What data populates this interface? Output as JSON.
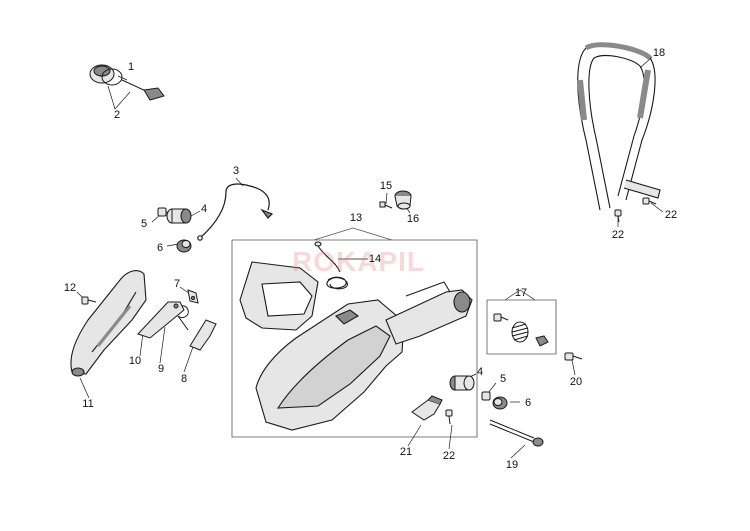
{
  "diagram": {
    "callouts": [
      {
        "id": "c1",
        "text": "1"
      },
      {
        "id": "c2",
        "text": "2"
      },
      {
        "id": "c3",
        "text": "3"
      },
      {
        "id": "c4a",
        "text": "4"
      },
      {
        "id": "c5a",
        "text": "5"
      },
      {
        "id": "c6a",
        "text": "6"
      },
      {
        "id": "c7",
        "text": "7"
      },
      {
        "id": "c8",
        "text": "8"
      },
      {
        "id": "c9",
        "text": "9"
      },
      {
        "id": "c10",
        "text": "10"
      },
      {
        "id": "c11",
        "text": "11"
      },
      {
        "id": "c12",
        "text": "12"
      },
      {
        "id": "c13",
        "text": "13"
      },
      {
        "id": "c14",
        "text": "14"
      },
      {
        "id": "c15",
        "text": "15"
      },
      {
        "id": "c16",
        "text": "16"
      },
      {
        "id": "c17",
        "text": "17"
      },
      {
        "id": "c18",
        "text": "18"
      },
      {
        "id": "c19",
        "text": "19"
      },
      {
        "id": "c20",
        "text": "20"
      },
      {
        "id": "c21",
        "text": "21"
      },
      {
        "id": "c22a",
        "text": "22"
      },
      {
        "id": "c22b",
        "text": "22"
      },
      {
        "id": "c22c",
        "text": "22"
      },
      {
        "id": "c4b",
        "text": "4"
      },
      {
        "id": "c5b",
        "text": "5"
      },
      {
        "id": "c6b",
        "text": "6"
      }
    ],
    "watermark": "ROKAPIL",
    "colors": {
      "line": "#1a1a1a",
      "part_fill": "#e6e6e6",
      "part_dark": "#8a8a8a",
      "frame": "#555555"
    }
  }
}
